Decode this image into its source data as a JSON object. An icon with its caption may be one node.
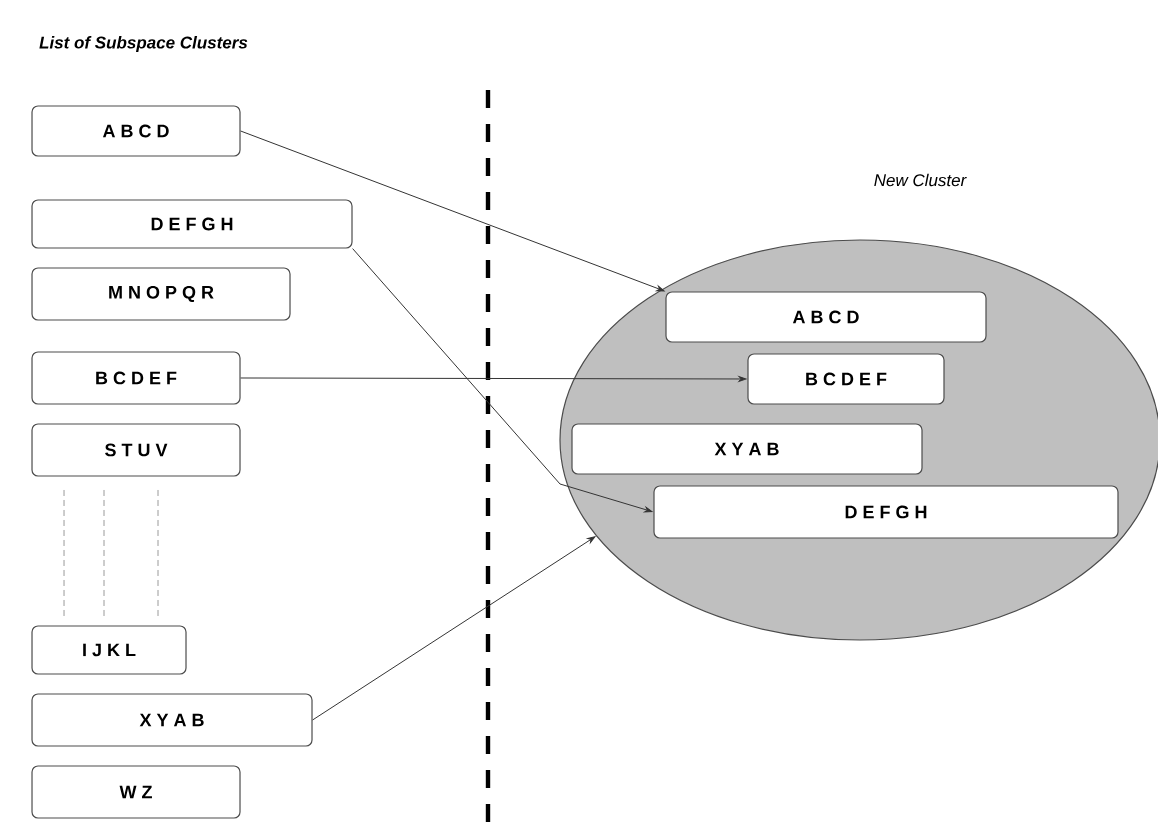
{
  "diagram": {
    "title": "List of Subspace Clusters",
    "nodes": [
      {
        "text": [
          "A B C D"
        ]
      },
      {
        "text": [
          "D E F G H"
        ]
      },
      {
        "text": [
          "M N O P Q R"
        ]
      },
      {
        "text": [
          "B C D E F"
        ]
      },
      {
        "text": [
          "S T U V"
        ]
      },
      {
        "text": [
          "I J K L"
        ]
      },
      {
        "text": [
          "X Y A B"
        ]
      },
      {
        "text": [
          "W Z"
        ]
      },
      {
        "text": [
          "New Cluster"
        ]
      },
      {
        "text": [
          "A B C D"
        ],
        "in": 8
      },
      {
        "text": [
          "B C D E F"
        ],
        "in": 8
      },
      {
        "text": [
          "X Y A B"
        ],
        "in": 8
      },
      {
        "text": [
          "D E F G H"
        ],
        "in": 8
      }
    ],
    "edges": [
      {
        "from": 0,
        "to": 9,
        "arrow": "to"
      },
      {
        "from": 1,
        "to": 12,
        "arrow": "to"
      },
      {
        "from": 3,
        "to": 10,
        "arrow": "to"
      },
      {
        "from": 6,
        "to": 8,
        "arrow": "to"
      }
    ]
  }
}
